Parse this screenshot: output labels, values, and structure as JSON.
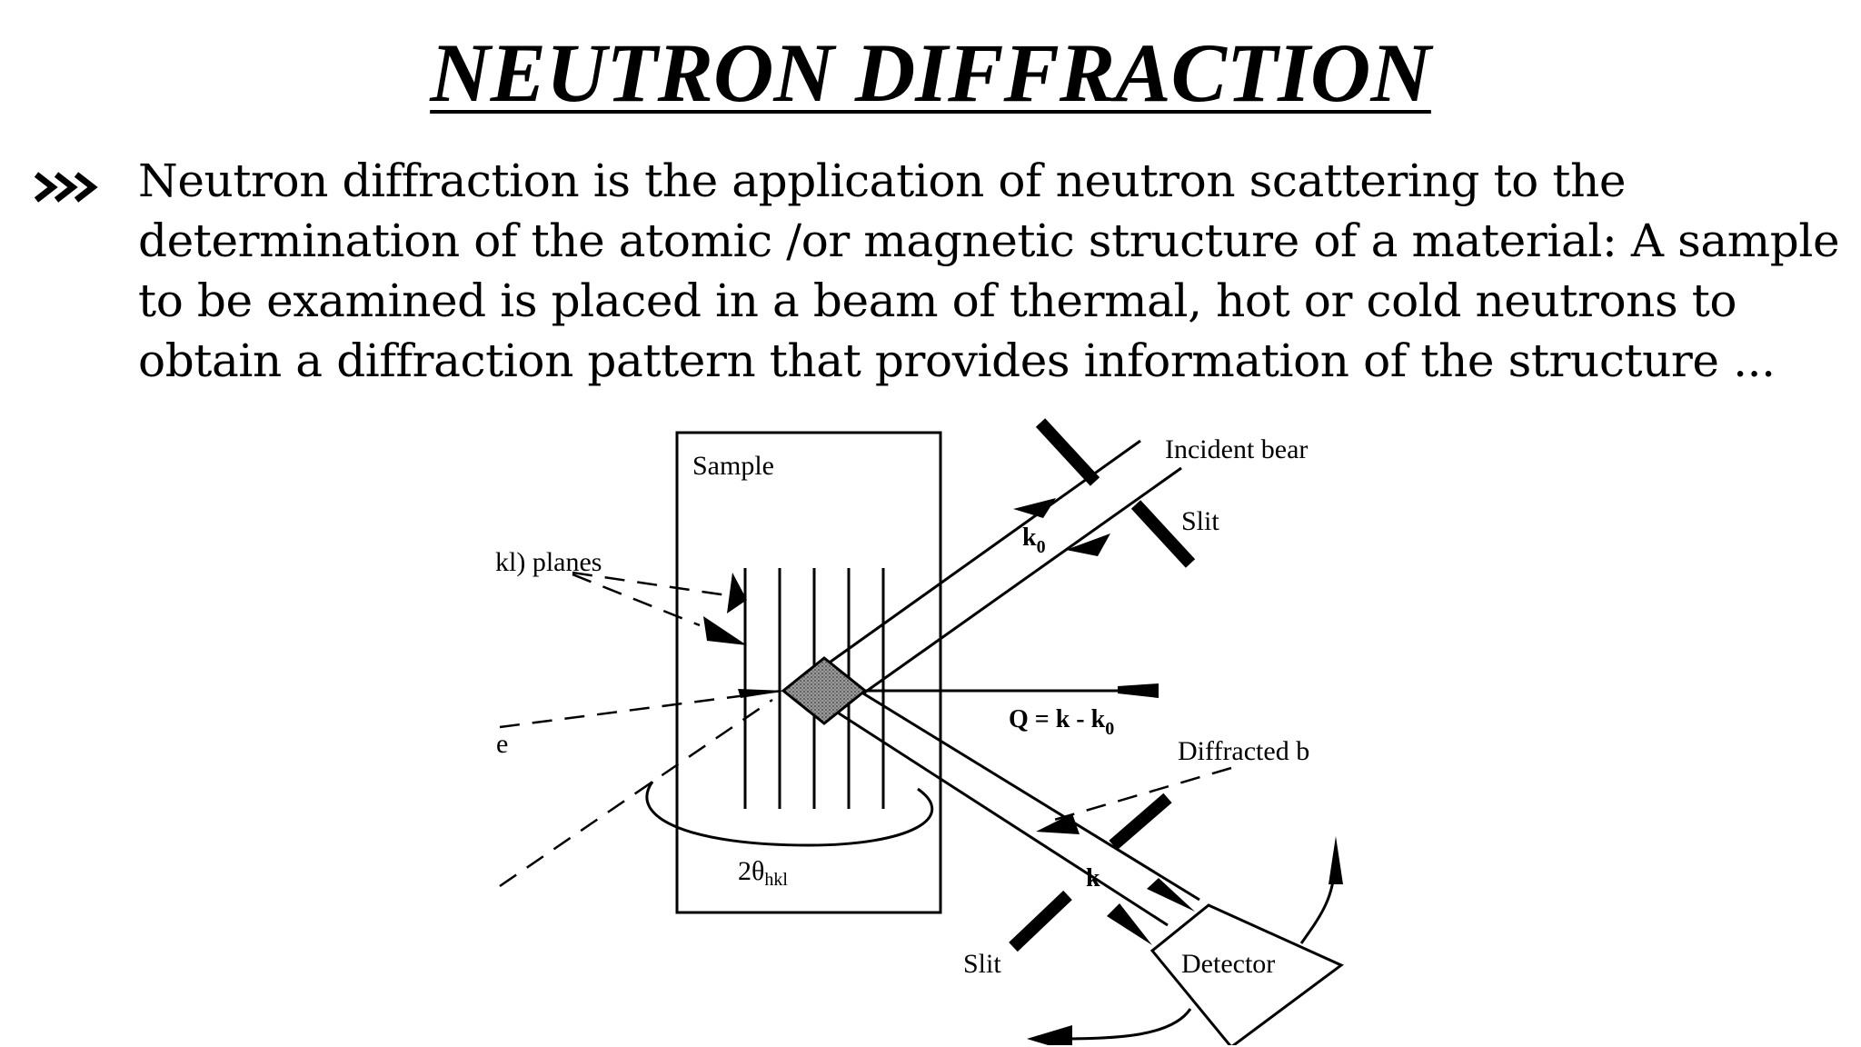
{
  "title": "NEUTRON DIFFRACTION",
  "bullet": {
    "icon": "triple-chevron-right-icon",
    "text": "Neutron diffraction is the application of neutron scattering to the determination of the atomic /or magnetic structure of a material: A sample to be examined is placed in a beam of thermal, hot or cold neutrons to obtain a diffraction pattern that provides information of the structure ..."
  },
  "diagram": {
    "labels": {
      "sample": "Sample",
      "planes": "kl) planes",
      "incident_beam": "Incident bear",
      "slit_top": "Slit",
      "k0": "k",
      "k0_sub": "0",
      "q_eq": "Q = k - k",
      "q_sub": "0",
      "diffracted": "Diffracted b",
      "two_theta": "2θ",
      "two_theta_sub": "hkl",
      "k": "k",
      "slit_bottom": "Slit",
      "detector": "Detector",
      "left_cut": "e"
    },
    "colors": {
      "line": "#000000",
      "grain": "#7a7a7a"
    }
  }
}
